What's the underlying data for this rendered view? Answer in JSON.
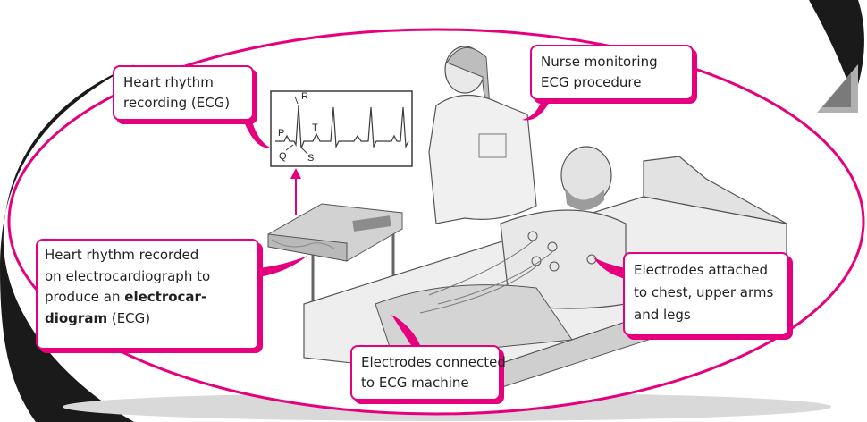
{
  "callouts": {
    "ecg_recording": {
      "lines": [
        "Heart rhythm",
        "recording (ECG)"
      ]
    },
    "nurse": {
      "lines": [
        "Nurse monitoring",
        "ECG procedure"
      ]
    },
    "electrocardiograph": {
      "line1": "Heart rhythm recorded",
      "line2": "on electrocardiograph to",
      "line3_prefix": "produce an ",
      "line3_bold": "electrocar-",
      "line4_bold": "diogram",
      "line4_suffix": " (ECG)"
    },
    "electrodes_attached": {
      "lines": [
        "Electrodes attached",
        "to chest, upper arms",
        "and legs"
      ]
    },
    "electrodes_connected": {
      "lines": [
        "Electrodes connected",
        "to ECG machine"
      ]
    }
  },
  "ecg_wave_labels": {
    "p": "P",
    "q": "Q",
    "r": "R",
    "s": "S",
    "t": "T"
  },
  "colors": {
    "accent": "#e6007e",
    "line": "#3a3a3a",
    "shade": "#d9d9d9",
    "dark": "#1a1a1a"
  },
  "icons": [
    "ecg-trace-icon",
    "arrow-up-icon",
    "nav-arrow-icon"
  ]
}
